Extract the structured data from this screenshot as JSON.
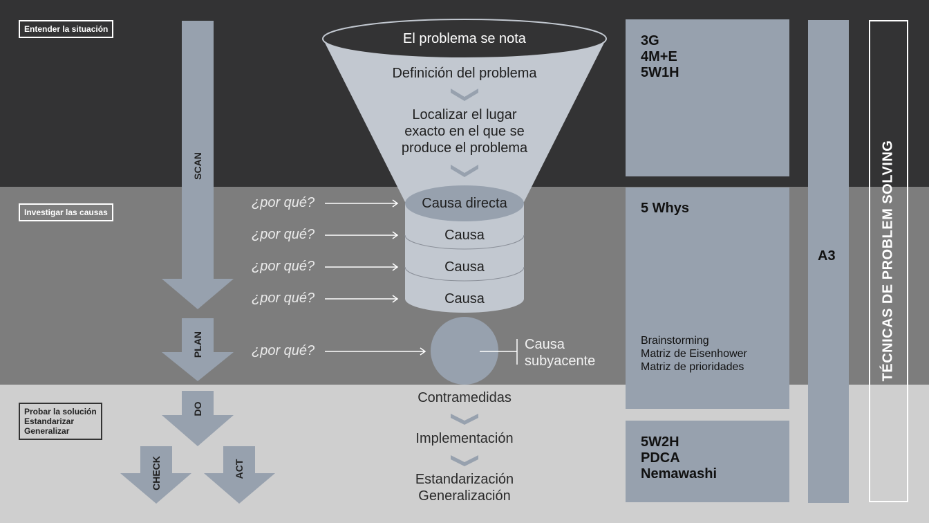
{
  "stages": {
    "understand": "Entender la situación",
    "investigate": "Investigar las causas",
    "test": "Probar la solución\nEstandarizar\nGeneralizar"
  },
  "pdca": {
    "scan": "SCAN",
    "plan": "PLAN",
    "do": "DO",
    "check": "CHECK",
    "act": "ACT"
  },
  "funnel": {
    "top": "El problema se nota",
    "step1": "Definición del problema",
    "step2": "Localizar el lugar\nexacto en el que se\nproduce el problema"
  },
  "causes": {
    "direct": "Causa directa",
    "cause1": "Causa",
    "cause2": "Causa",
    "cause3": "Causa",
    "root": "Causa\nsubyacente"
  },
  "why_label": "¿por qué?",
  "bottom_steps": {
    "countermeasures": "Contramedidas",
    "implementation": "Implementación",
    "standardization": "Estandarización\nGeneralización"
  },
  "panels": {
    "p1": "3G\n4M+E\n5W1H",
    "p2_title": "5 Whys",
    "p2_list": "Brainstorming\nMatriz de Eisenhower\nMatriz de prioridades",
    "p3": "5W2H\nPDCA\nNemawashi",
    "a3": "A3"
  },
  "side_title": "TÉCNICAS DE PROBLEM SOLVING",
  "colors": {
    "dark": "#333334",
    "mid": "#7d7d7d",
    "light": "#cfcfcf",
    "slate": "#97a1ae",
    "funnel": "#c2c8d0"
  }
}
